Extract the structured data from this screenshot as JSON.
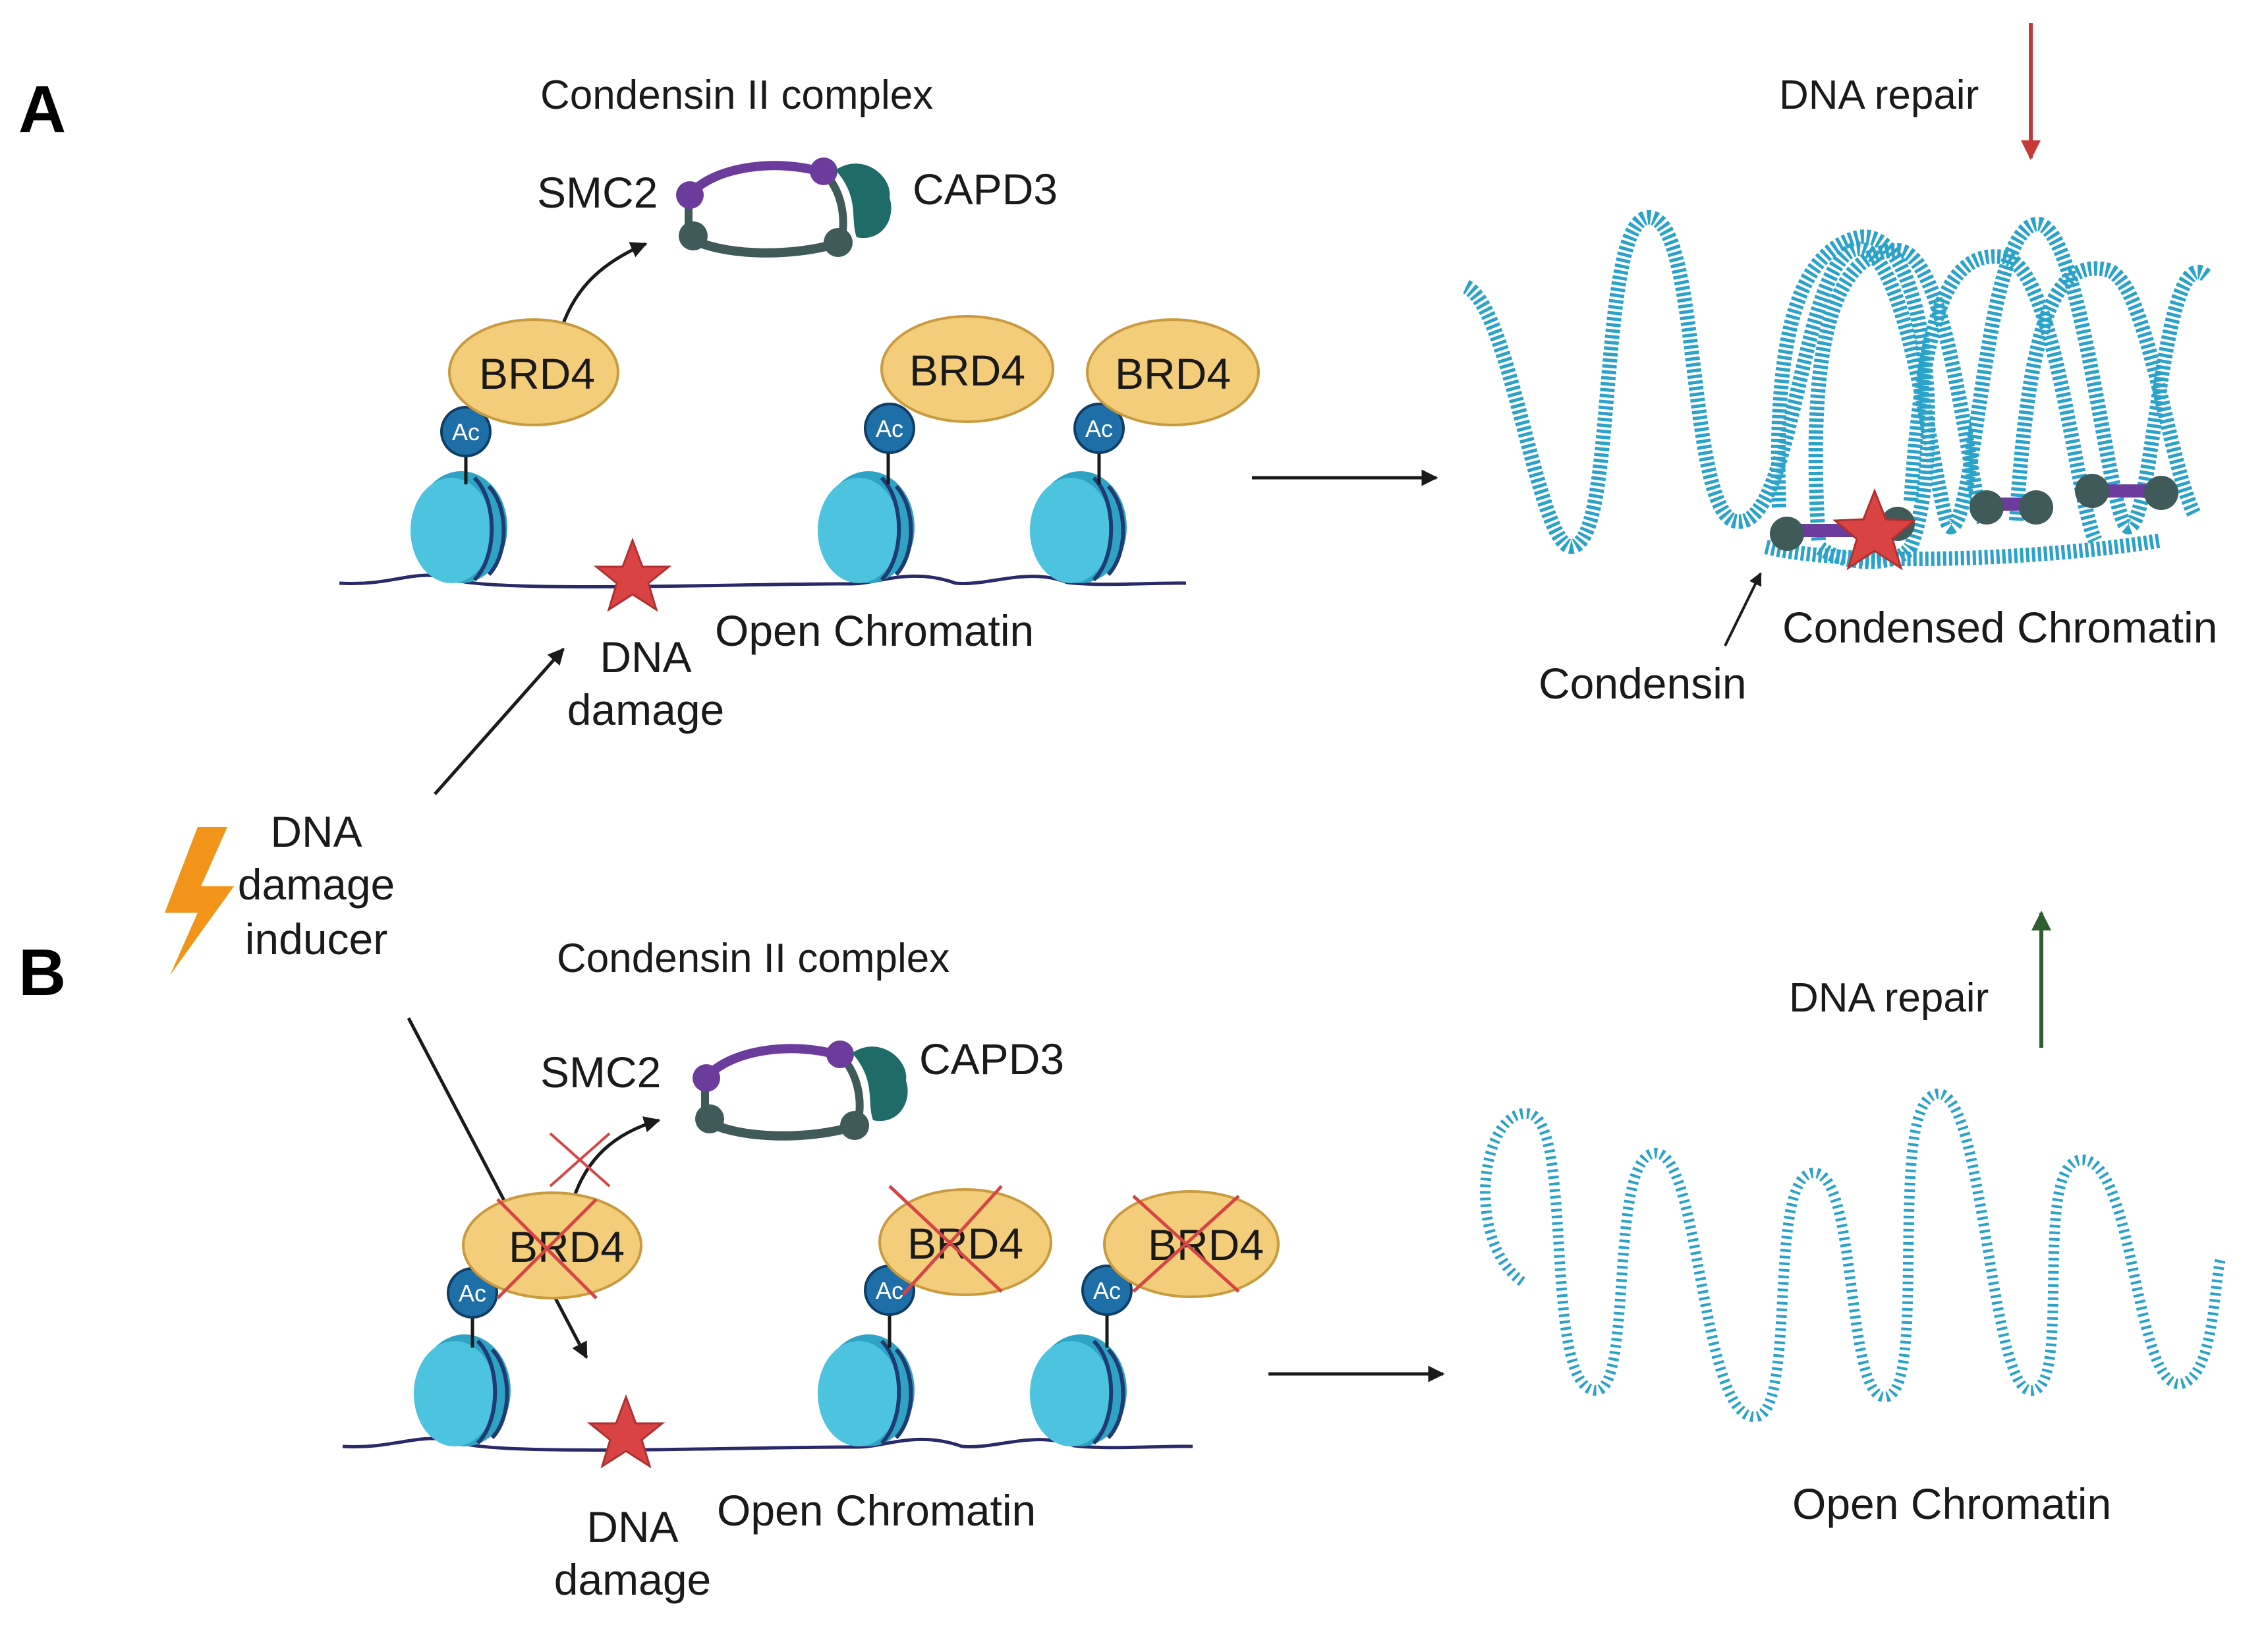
{
  "panels": {
    "a": {
      "letter": "A",
      "complex_title": "Condensin II complex",
      "smc2": "SMC2",
      "capd3": "CAPD3",
      "brd4": [
        "BRD4",
        "BRD4",
        "BRD4"
      ],
      "ac": [
        "Ac",
        "Ac",
        "Ac"
      ],
      "open_chromatin": "Open Chromatin",
      "dna_damage_line1": "DNA",
      "dna_damage_line2": "damage",
      "dna_repair": "DNA repair",
      "condensed_chromatin": "Condensed Chromatin",
      "condensin": "Condensin"
    },
    "b": {
      "letter": "B",
      "complex_title": "Condensin II complex",
      "smc2": "SMC2",
      "capd3": "CAPD3",
      "brd4": [
        "BRD4",
        "BRD4",
        "BRD4"
      ],
      "ac": [
        "Ac",
        "Ac",
        "Ac"
      ],
      "open_chromatin": "Open Chromatin",
      "dna_damage_line1": "DNA",
      "dna_damage_line2": "damage",
      "dna_repair": "DNA repair",
      "open_chromatin_result": "Open Chromatin"
    }
  },
  "inducer": {
    "line1": "DNA",
    "line2": "damage",
    "line3": "inducer",
    "icon": "lightning-bolt-icon"
  },
  "colors": {
    "brd4_fill": "#f3cd7a",
    "brd4_stroke": "#c99a3e",
    "acetyl": "#1e6fa8",
    "nucleosome": "#3bb8d6",
    "dna_line": "#2a2a6a",
    "damage_star": "#d94343",
    "chromatin": "#2aa2c9",
    "smc2_arm": "#6c3c9c",
    "condensin_ring": "#3f5a58",
    "capd3": "#1f6b67",
    "repair_down": "#c73a3a",
    "repair_up": "#2f5e2f",
    "inhibit_x": "#d64545",
    "bolt": "#f2931a"
  }
}
